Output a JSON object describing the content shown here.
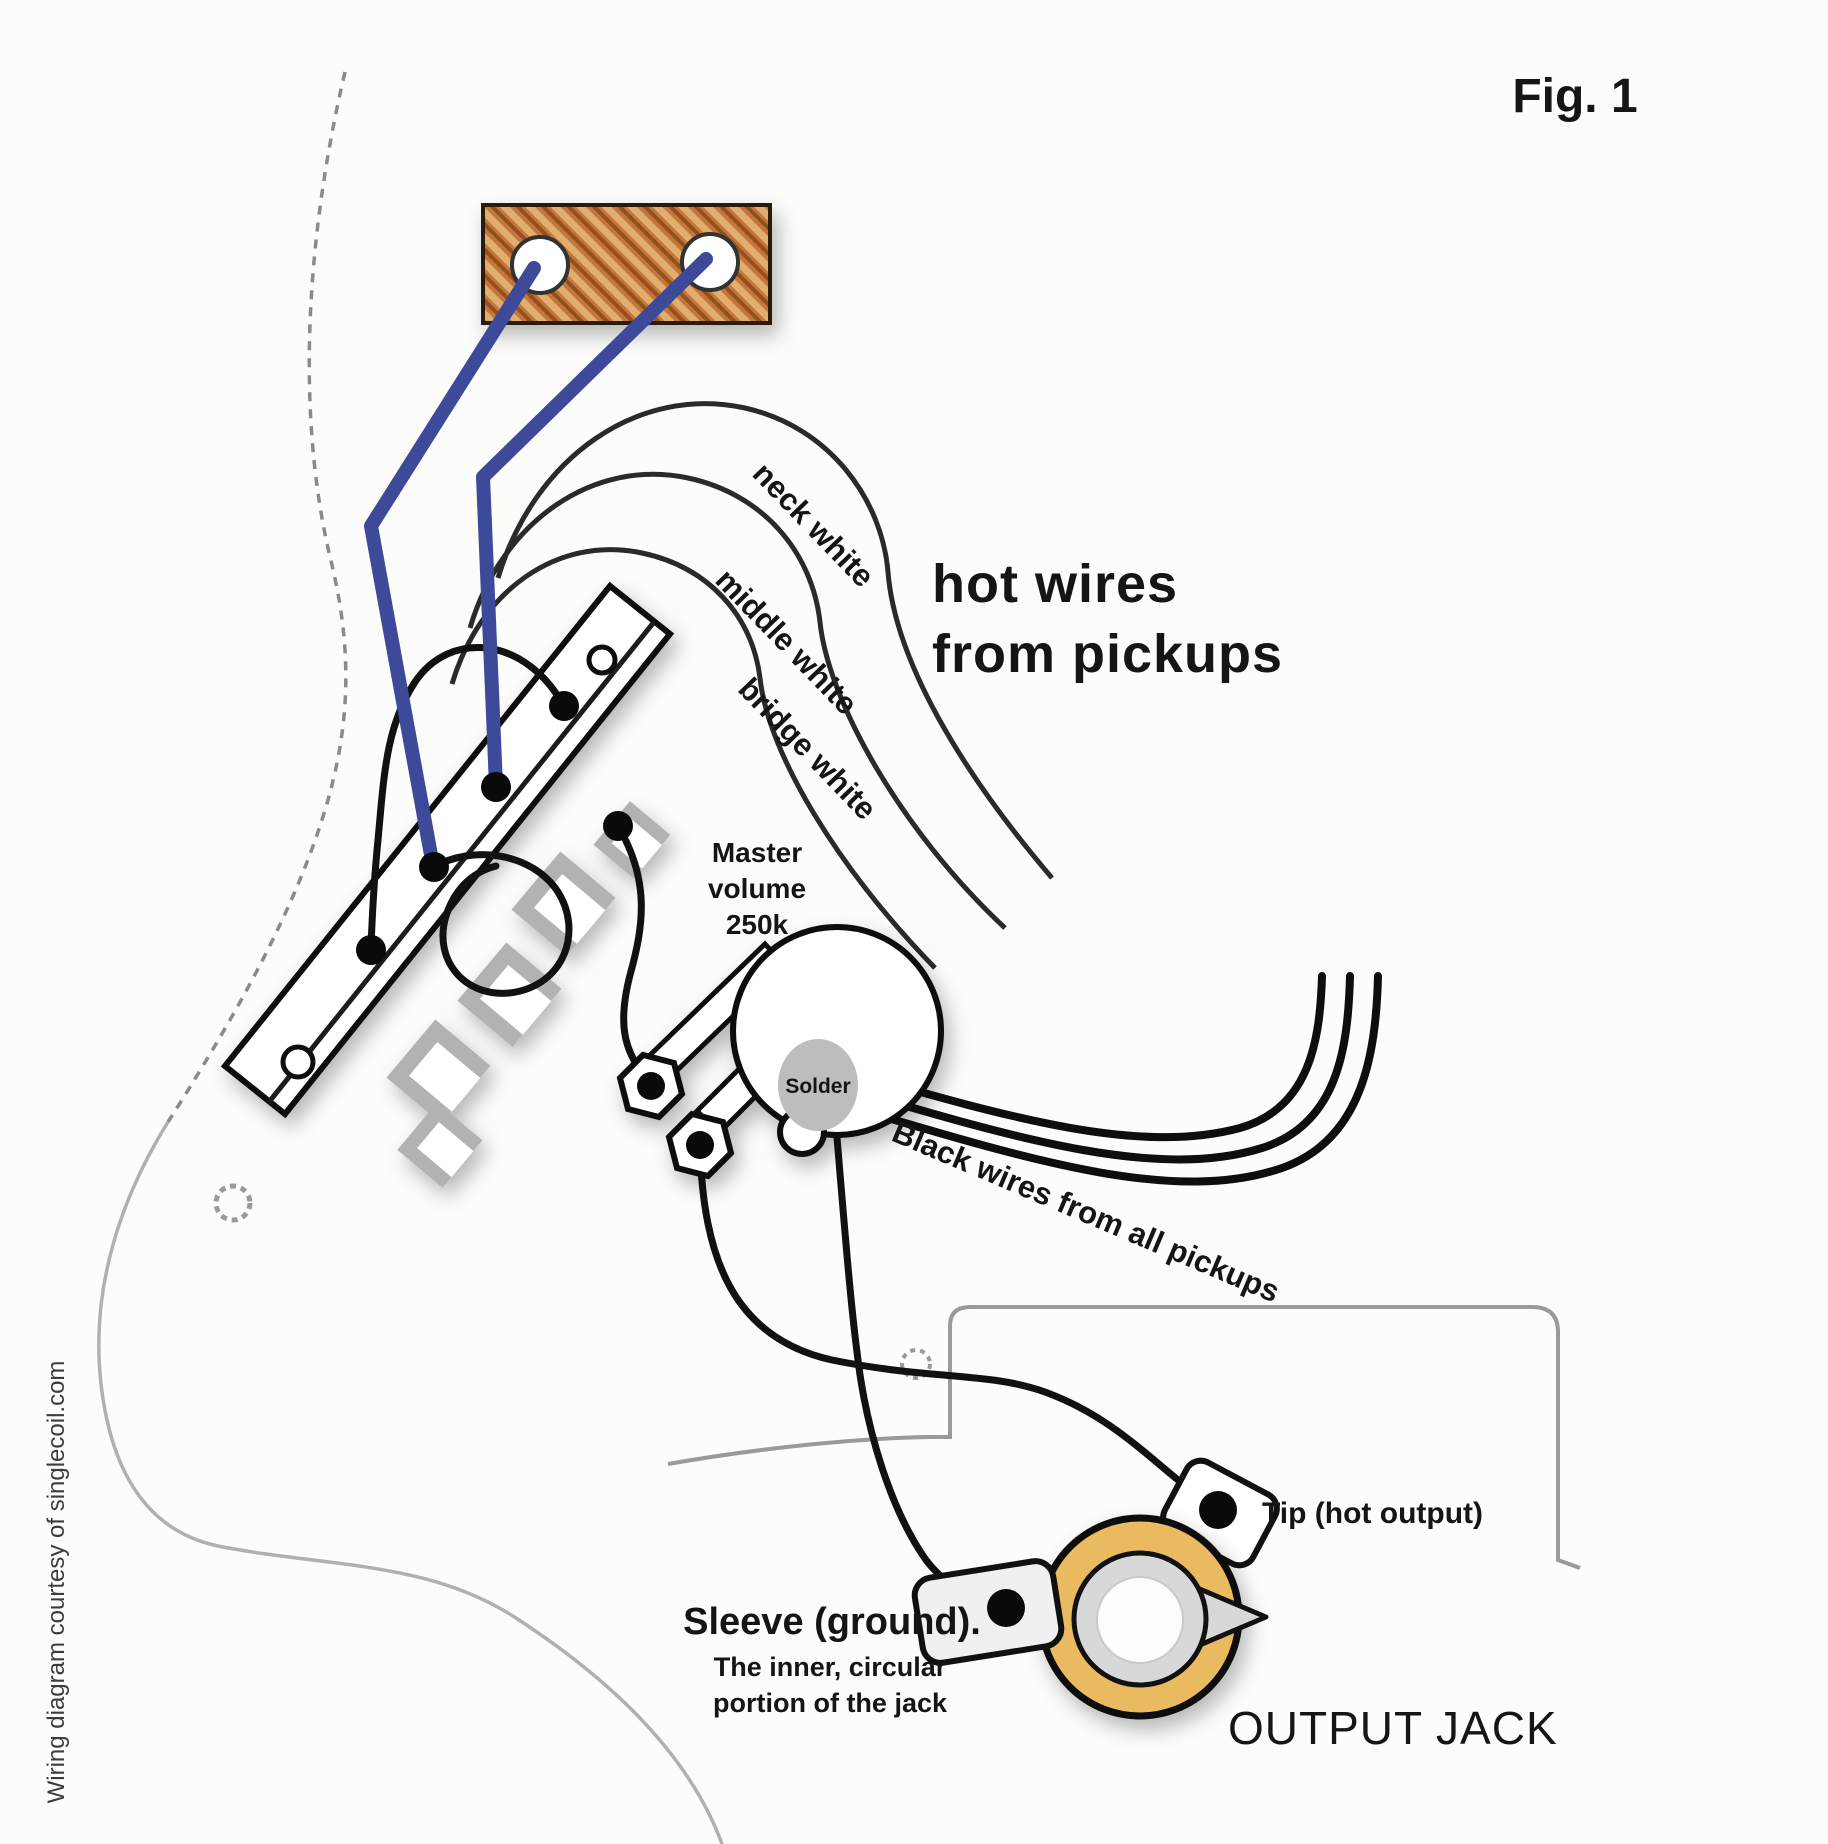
{
  "figure_label": "Fig. 1",
  "credit": "Wiring diagram courtesy of singlecoil.com",
  "annotations": {
    "hot_wires_line1": "hot wires",
    "hot_wires_line2": "from pickups",
    "neck_wire": "neck white",
    "middle_wire": "middle white",
    "bridge_wire": "bridge white",
    "master_volume_line1": "Master",
    "master_volume_line2": "volume",
    "master_volume_line3": "250k",
    "solder": "Solder",
    "black_wires": "Black wires from all pickups",
    "tip": "Tip (hot output)",
    "sleeve_title": "Sleeve (ground).",
    "sleeve_line2": "The inner, circular",
    "sleeve_line3": "portion of the jack",
    "output_jack": "OUTPUT JACK"
  },
  "colors": {
    "figure_label": "#a03b3b",
    "hot_wire_blue": "#3d4a99",
    "copper_base": "#c4763c",
    "copper_stripe": "#e2ae6e",
    "copper_dark": "#94511f",
    "jack_gold": "#e9ba60",
    "solder_gray": "#bdbdbd",
    "lug_gray": "#b2b2b2",
    "outline_gray": "#9a9a9a"
  }
}
